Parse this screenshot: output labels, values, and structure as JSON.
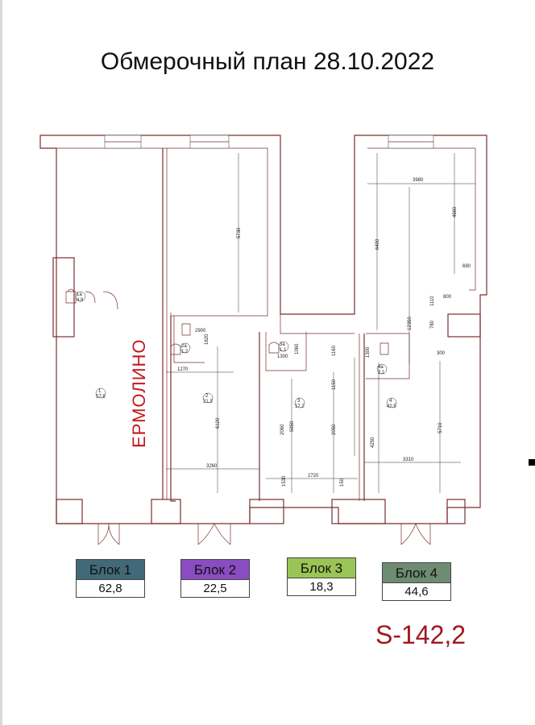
{
  "title": "Обмерочный план 28.10.2022",
  "store_label": "ЕРМОЛИНО",
  "rooms": [
    {
      "num": "1",
      "area": "57,8"
    },
    {
      "num": "2",
      "area": "21,3"
    },
    {
      "num": "3",
      "area": "17,2"
    },
    {
      "num": "4",
      "area": "42,5"
    },
    {
      "num": "1a",
      "area": "4,9"
    },
    {
      "num": "2a",
      "area": "1,2"
    },
    {
      "num": "3a",
      "area": "1,1"
    },
    {
      "num": "4a",
      "area": "2,1"
    }
  ],
  "dimensions": [
    "3980",
    "4660",
    "6490",
    "12350",
    "690",
    "5730",
    "2900",
    "1270",
    "1620",
    "6120",
    "3260",
    "1300",
    "1060",
    "1160",
    "1150",
    "2060",
    "5850",
    "2050",
    "2720",
    "1530",
    "150",
    "4250",
    "5710",
    "3310",
    "1300",
    "1110",
    "800",
    "780",
    "300"
  ],
  "blocks": [
    {
      "name": "Блок 1",
      "area": "62,8",
      "color": "#426978"
    },
    {
      "name": "Блок 2",
      "area": "22,5",
      "color": "#8a4cc1"
    },
    {
      "name": "Блок 3",
      "area": "18,3",
      "color": "#9ac455"
    },
    {
      "name": "Блок 4",
      "area": "44,6",
      "color": "#6e8c72"
    }
  ],
  "total": "S-142,2",
  "colors": {
    "wall": "#7a2e2e",
    "store_label": "#c0181e",
    "total": "#a01820"
  }
}
